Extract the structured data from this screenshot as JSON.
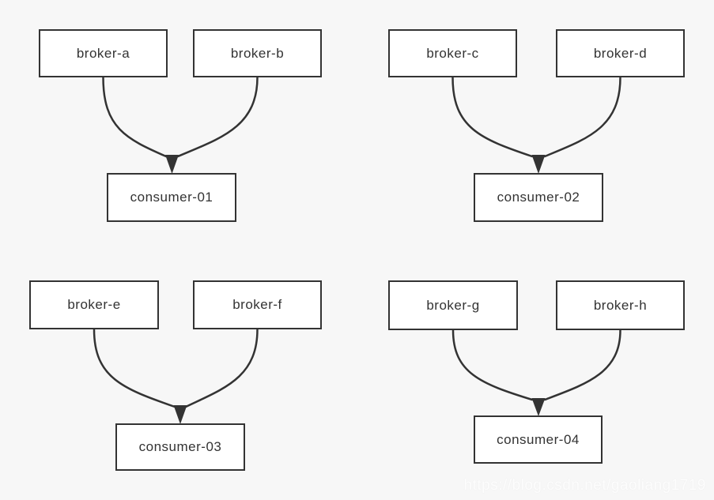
{
  "colors": {
    "background": "#f7f7f7",
    "box_fill": "#ffffff",
    "line": "#333333",
    "text": "#333333",
    "watermark": "#fdfdfd"
  },
  "groups": [
    {
      "brokers": [
        {
          "label": "broker-a"
        },
        {
          "label": "broker-b"
        }
      ],
      "consumer": {
        "label": "consumer-01"
      }
    },
    {
      "brokers": [
        {
          "label": "broker-c"
        },
        {
          "label": "broker-d"
        }
      ],
      "consumer": {
        "label": "consumer-02"
      }
    },
    {
      "brokers": [
        {
          "label": "broker-e"
        },
        {
          "label": "broker-f"
        }
      ],
      "consumer": {
        "label": "consumer-03"
      }
    },
    {
      "brokers": [
        {
          "label": "broker-g"
        },
        {
          "label": "broker-h"
        }
      ],
      "consumer": {
        "label": "consumer-04"
      }
    }
  ],
  "watermark": "https://blog.csdn.net/gaoliang1719"
}
